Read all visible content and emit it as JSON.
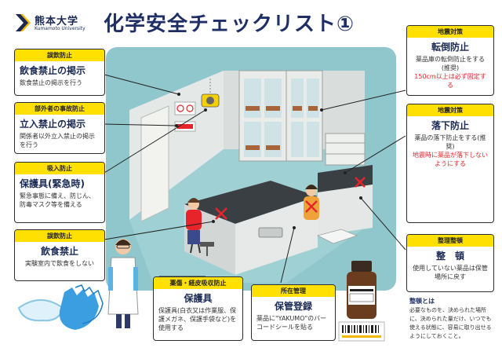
{
  "header": {
    "university_name": "熊本大学",
    "university_sub": "Kumamoto University",
    "title": "化学安全チェックリスト①"
  },
  "cards": {
    "no_eating_sign": {
      "category": "誤飲防止",
      "title": "飲食禁止の掲示",
      "desc": "飲食禁止の掲示を行う"
    },
    "entry_ban_sign": {
      "category": "部外者の事故防止",
      "title": "立入禁止の掲示",
      "desc": "関係者以外立入禁止の掲示を行う"
    },
    "mask": {
      "category": "吸入防止",
      "title": "保護具(緊急時)",
      "desc": "緊急事態に備え、防じん、防毒マスク等を備える"
    },
    "no_eating": {
      "category": "誤飲防止",
      "title": "飲食禁止",
      "desc": "実験室内で飲食をしない"
    },
    "ppe": {
      "category": "薬傷・経皮吸収防止",
      "title": "保護具",
      "desc": "保護具(白衣又は作業服、保護メガネ、保護手袋など)を使用する"
    },
    "registration": {
      "category": "所在管理",
      "title": "保管登録",
      "desc": "薬品に\"YAKUMO\"のバーコードシールを貼る"
    },
    "anti_tip": {
      "category": "地震対策",
      "title": "転倒防止",
      "desc": "薬品庫の転倒防止をする(推奨)",
      "warn": "150cm以上は必ず固定する"
    },
    "anti_fall": {
      "category": "地震対策",
      "title": "落下防止",
      "desc": "薬品の落下防止をする(推奨)",
      "warn": "地震時に薬品が落下しないようにする"
    },
    "tidy": {
      "category": "整理整頓",
      "title": "整　頓",
      "desc": "使用していない薬品は保管場所に戻す"
    }
  },
  "note": {
    "title": "整頓とは",
    "text": "必要なものを、決められた場所に、決められた量だけ、いつでも使える状態に、容易に取り出せるようにしておくこと。"
  },
  "colors": {
    "navy": "#1f2f66",
    "yellow": "#ffe000",
    "red": "#e6242a",
    "teal_floor": "#8fc7cc",
    "wall": "#dfe3e2"
  }
}
